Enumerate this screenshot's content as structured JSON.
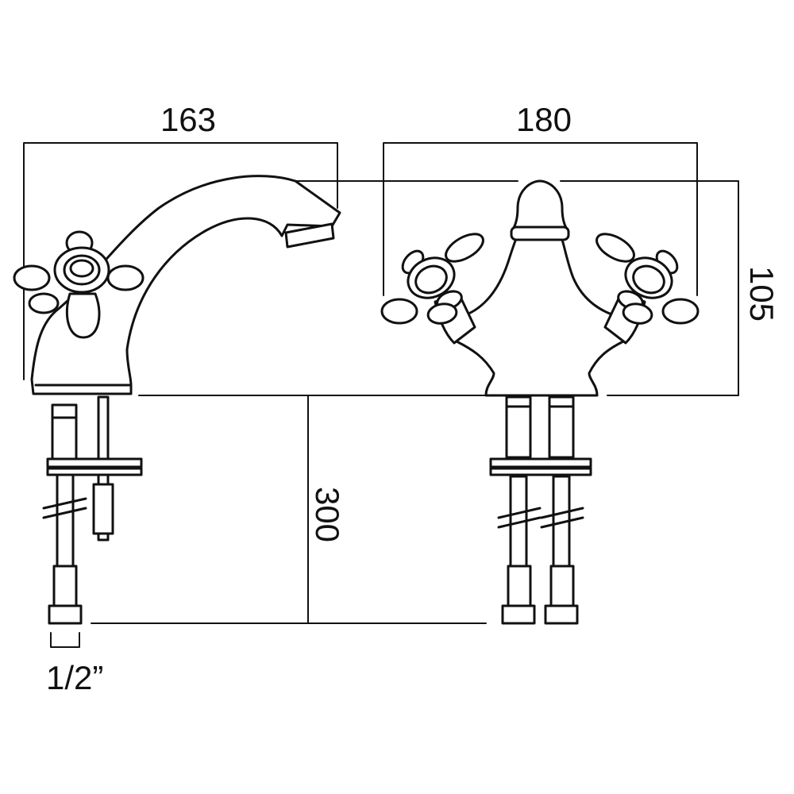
{
  "dimensions": {
    "side_width": "163",
    "front_width": "180",
    "height": "105",
    "tail_length": "300",
    "connector": "1/2”"
  }
}
